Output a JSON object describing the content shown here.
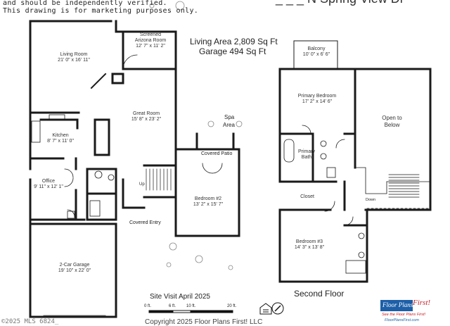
{
  "disclaimer": {
    "line1": "and should be independently verified.",
    "line2": "This drawing is for marketing purposes only."
  },
  "address_fragment": "_ _ _ N Spring View Dr",
  "areas": {
    "living": "Living Area 2,809 Sq Ft",
    "garage": "Garage  494 Sq Ft"
  },
  "first_floor": {
    "rooms": [
      {
        "name": "Screened Arizona Room",
        "line1": "Screened",
        "line2": "Arizona Room",
        "dims": "12' 7\" x 11' 2\""
      },
      {
        "name": "Living Room",
        "line1": "Living Room",
        "dims": "21' 0\" x 16' 11\""
      },
      {
        "name": "Great Room",
        "line1": "Great Room",
        "dims": "15' 8\" x 23' 2\""
      },
      {
        "name": "Kitchen",
        "line1": "Kitchen",
        "dims": "8' 7\" x 11' 0\""
      },
      {
        "name": "Office",
        "line1": "Office",
        "dims": "9' 11\" x 12' 1\""
      },
      {
        "name": "Bedroom #2",
        "line1": "Bedroom #2",
        "dims": "13' 2\" x 15' 7\""
      },
      {
        "name": "2-Car Garage",
        "line1": "2-Car Garage",
        "dims": "19' 10\" x 22' 0\""
      }
    ],
    "labels": {
      "spa": "Spa",
      "area": "Area",
      "covered_patio": "Covered Patio",
      "covered_entry": "Covered Entry",
      "up": "Up"
    }
  },
  "second_floor": {
    "title": "Second Floor",
    "rooms": [
      {
        "name": "Balcony",
        "line1": "Balcony",
        "dims": "10' 0\" x 6' 6\""
      },
      {
        "name": "Primary Bedroom",
        "line1": "Primary Bedroom",
        "dims": "17' 2\" x 14' 6\""
      },
      {
        "name": "Open to Below",
        "line1": "Open to",
        "line2": "Below"
      },
      {
        "name": "Primary Bath",
        "line1": "Primary",
        "line2": "Bath"
      },
      {
        "name": "Closet",
        "line1": "Closet"
      },
      {
        "name": "Bedroom #3",
        "line1": "Bedroom #3",
        "dims": "14' 3\" x 13' 8\""
      }
    ],
    "labels": {
      "down": "Down"
    }
  },
  "site_visit": "Site Visit April 2025",
  "scale": {
    "t0": "0 ft.",
    "t1": "6 ft.",
    "t2": "10 ft.",
    "t3": "20 ft."
  },
  "copyright": "Copyright 2025 Floor Plans First! LLC",
  "mls_fragment": "©2025 MLS 6824_",
  "logo": {
    "title": "Floor Plans",
    "first": "First!",
    "tagline": "See the Floor Plans First!",
    "url": "FloorPlansFirst.com"
  },
  "colors": {
    "wall": "#1a1a1a",
    "brand_blue": "#1d5fa8",
    "brand_red": "#c8202a"
  }
}
